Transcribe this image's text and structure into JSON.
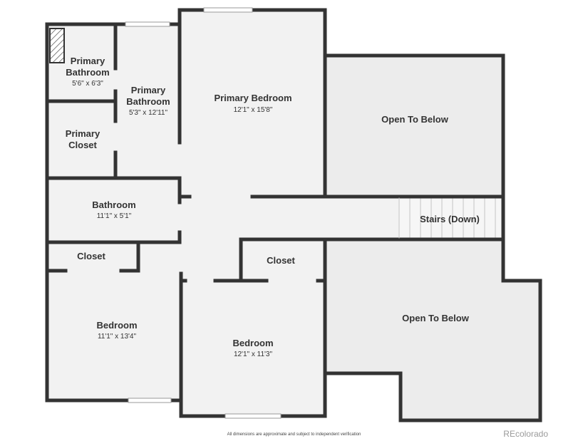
{
  "rooms": {
    "primary_bath_small": {
      "name_1": "Primary",
      "name_2": "Bathroom",
      "dims": "5'6\" x 6'3\""
    },
    "primary_bath_large": {
      "name_1": "Primary",
      "name_2": "Bathroom",
      "dims": "5'3\" x 12'11\""
    },
    "primary_closet": {
      "name_1": "Primary",
      "name_2": "Closet"
    },
    "primary_bedroom": {
      "name": "Primary Bedroom",
      "dims": "12'1\" x 15'8\""
    },
    "open_to_below_top": {
      "name": "Open To Below"
    },
    "bathroom": {
      "name": "Bathroom",
      "dims": "11'1\" x 5'1\""
    },
    "stairs": {
      "name": "Stairs (Down)"
    },
    "closet_left": {
      "name": "Closet"
    },
    "closet_center": {
      "name": "Closet"
    },
    "bedroom_left": {
      "name": "Bedroom",
      "dims": "11'1\" x 13'4\""
    },
    "bedroom_center": {
      "name": "Bedroom",
      "dims": "12'1\" x 11'3\""
    },
    "open_to_below_bottom": {
      "name": "Open To Below"
    }
  },
  "footer": {
    "disclaimer": "All dimensions are approximate and subject to independent verification",
    "brand": "REcolorado"
  },
  "colors": {
    "wall": "#333333",
    "floor": "#f2f2f2",
    "open_to_below": "#ececec",
    "window": "#ffffff"
  }
}
